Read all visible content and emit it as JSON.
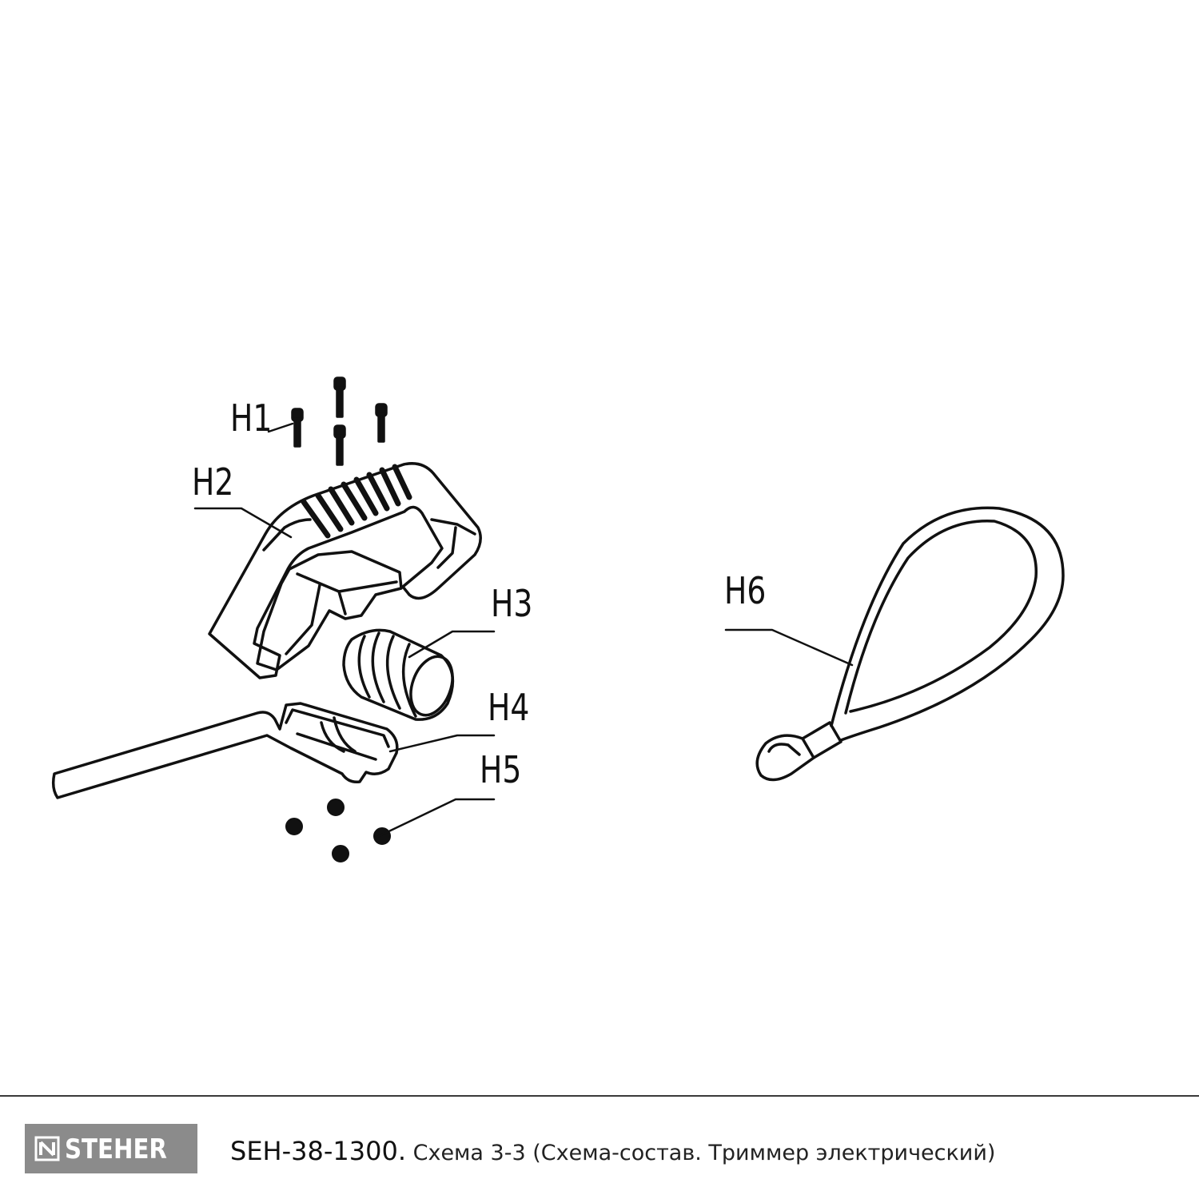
{
  "callouts": {
    "h1": "H1",
    "h2": "H2",
    "h3": "H3",
    "h4": "H4",
    "h5": "H5",
    "h6": "H6"
  },
  "footer": {
    "brand": "STEHER",
    "model": "SEH-38-1300.",
    "caption": "Схема 3-3 (Схема-состав. Триммер электрический)"
  }
}
